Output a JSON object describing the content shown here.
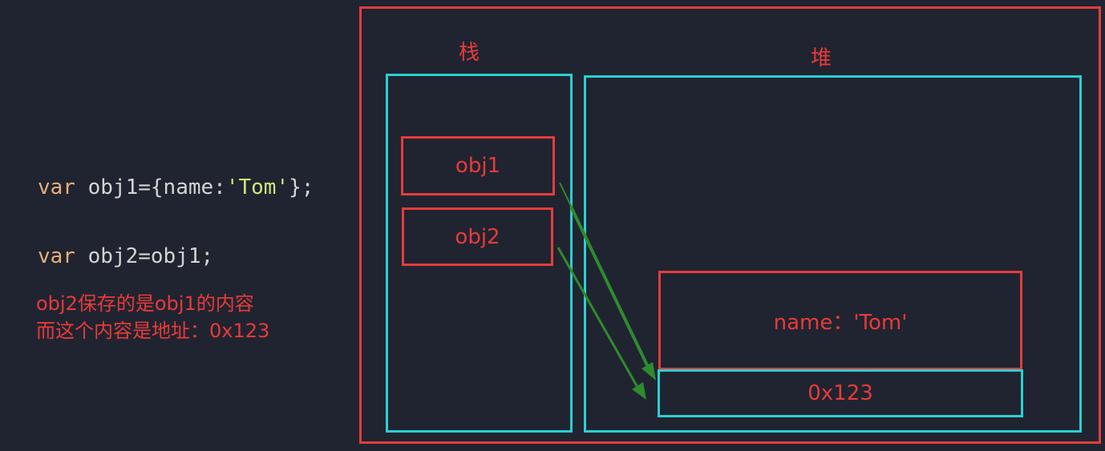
{
  "code": {
    "line1": {
      "kw": "var",
      "ident": "obj1",
      "op1": "={name:",
      "str": "'Tom'",
      "op2": "};"
    },
    "line2": {
      "kw": "var",
      "ident": "obj2",
      "op": "=obj1;"
    }
  },
  "note": {
    "line1": "obj2保存的是obj1的内容",
    "line2": "而这个内容是地址：0x123"
  },
  "diagram": {
    "stack_label": "栈",
    "heap_label": "堆",
    "var1": "obj1",
    "var2": "obj2",
    "object_content": "name：'Tom'",
    "address": "0x123"
  },
  "colors": {
    "background": "#202430",
    "red": "#e23d3d",
    "cyan": "#2bcfd4",
    "arrow": "#2e8b2e"
  }
}
